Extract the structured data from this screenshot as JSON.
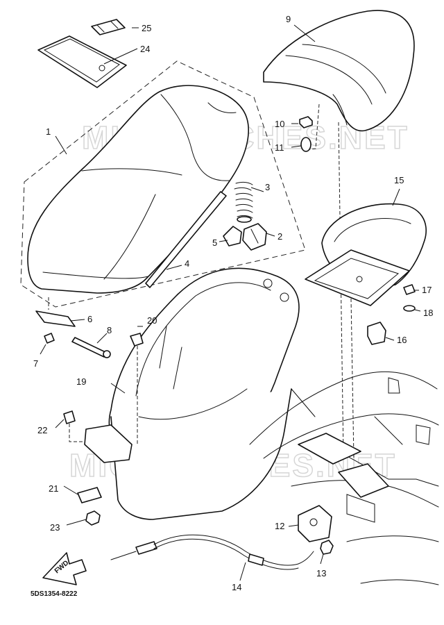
{
  "watermark": "MICROFICHES.NET",
  "diagram_code": "5DS1354-8222",
  "fwd_label": "FWD",
  "callouts": [
    {
      "id": "1",
      "label": "1"
    },
    {
      "id": "2",
      "label": "2"
    },
    {
      "id": "3",
      "label": "3"
    },
    {
      "id": "4",
      "label": "4"
    },
    {
      "id": "5",
      "label": "5"
    },
    {
      "id": "6",
      "label": "6"
    },
    {
      "id": "7",
      "label": "7"
    },
    {
      "id": "8",
      "label": "8"
    },
    {
      "id": "9",
      "label": "9"
    },
    {
      "id": "10",
      "label": "10"
    },
    {
      "id": "11",
      "label": "11"
    },
    {
      "id": "12",
      "label": "12"
    },
    {
      "id": "13",
      "label": "13"
    },
    {
      "id": "14",
      "label": "14"
    },
    {
      "id": "15",
      "label": "15"
    },
    {
      "id": "16",
      "label": "16"
    },
    {
      "id": "17",
      "label": "17"
    },
    {
      "id": "18",
      "label": "18"
    },
    {
      "id": "19",
      "label": "19"
    },
    {
      "id": "20",
      "label": "20"
    },
    {
      "id": "21",
      "label": "21"
    },
    {
      "id": "22",
      "label": "22"
    },
    {
      "id": "23",
      "label": "23"
    },
    {
      "id": "24",
      "label": "24"
    },
    {
      "id": "25",
      "label": "25"
    }
  ]
}
